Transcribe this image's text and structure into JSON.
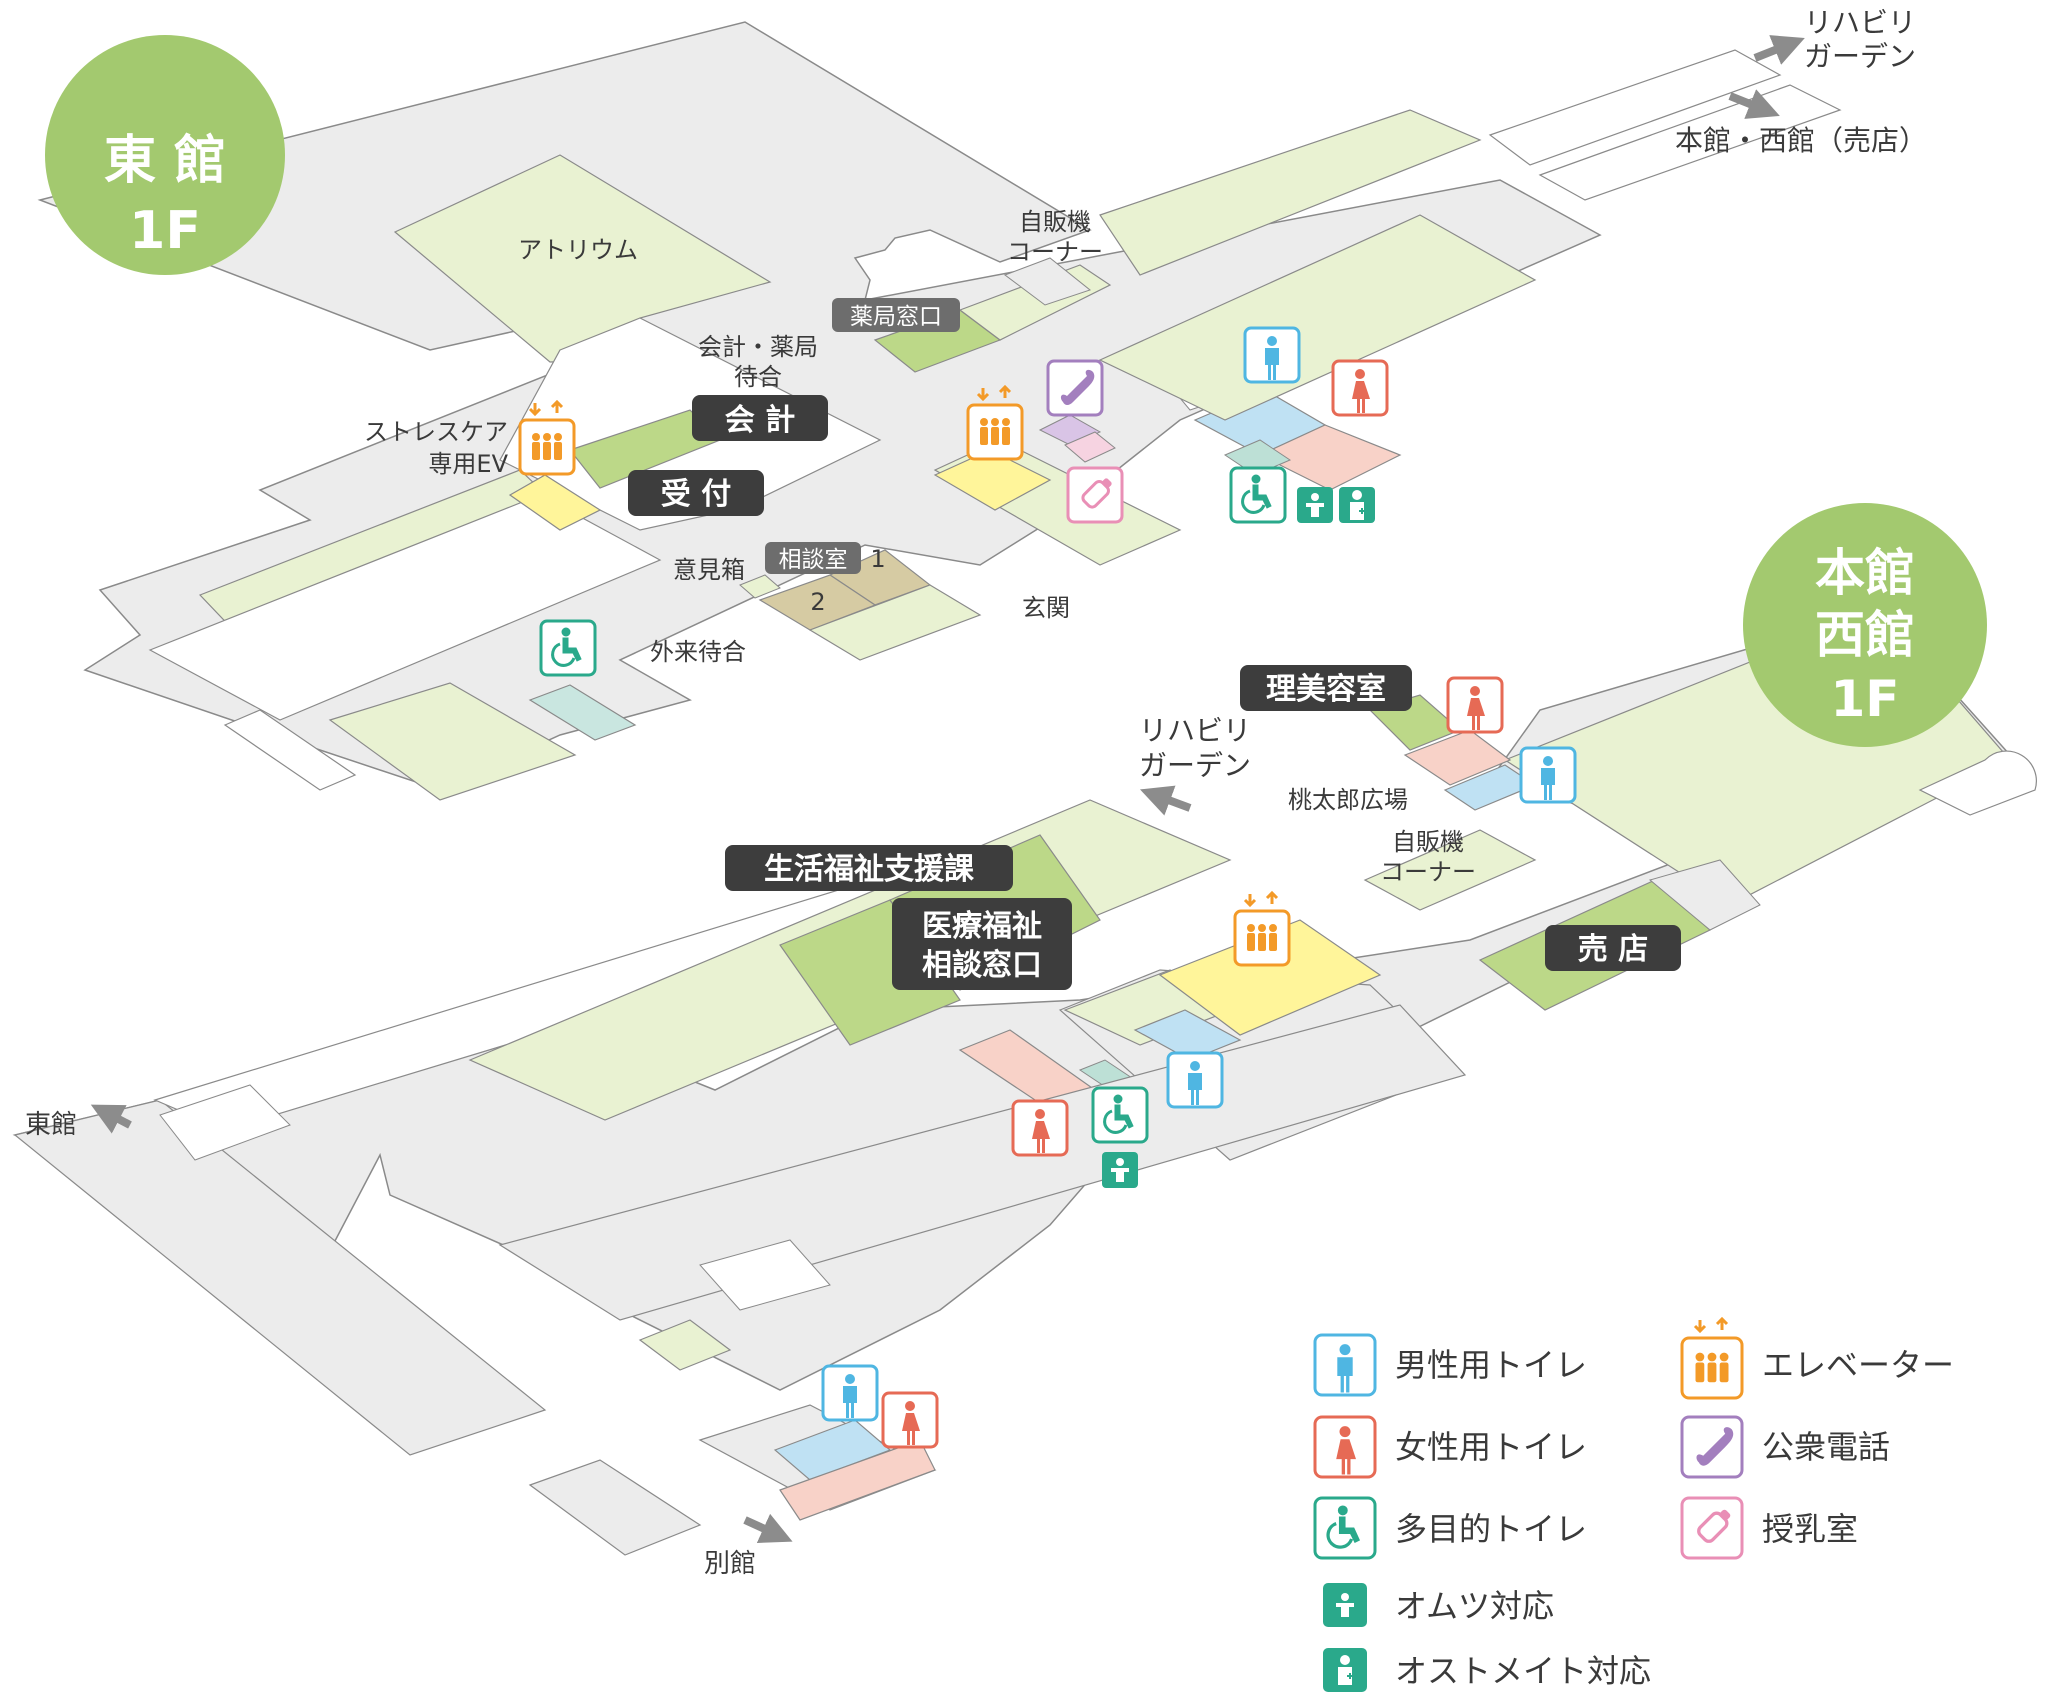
{
  "east_building": {
    "badge_line1": "東 館",
    "badge_line2": "1F",
    "atrium": "アトリウム",
    "waiting_line1": "会計・薬局",
    "waiting_line2": "待合",
    "accounting": "会 計",
    "reception": "受 付",
    "stress_ev_line1": "ストレスケア",
    "stress_ev_line2": "専用EV",
    "vending_line1": "自販機",
    "vending_line2": "コーナー",
    "pharmacy_window": "薬局窓口",
    "opinion_box": "意見箱",
    "consult_room": "相談室",
    "consult_1": "1",
    "consult_2": "2",
    "entrance": "玄関",
    "outpatient_waiting": "外来待合"
  },
  "main_building": {
    "badge_line1": "本館",
    "badge_line2": "西館",
    "badge_line3": "1F",
    "barber": "理美容室",
    "rehab_line1": "リハビリ",
    "rehab_line2": "ガーデン",
    "momotaro": "桃太郎広場",
    "vending_line1": "自販機",
    "vending_line2": "コーナー",
    "life_welfare": "生活福祉支援課",
    "medical_line1": "医療福祉",
    "medical_line2": "相談窓口",
    "shop": "売 店",
    "to_east": "東館",
    "to_annex": "別館"
  },
  "top_right": {
    "rehab_line1": "リハビリ",
    "rehab_line2": "ガーデン",
    "main_west_shop": "本館・西館（売店）"
  },
  "legend": {
    "men": "男性用トイレ",
    "women": "女性用トイレ",
    "multi": "多目的トイレ",
    "diaper": "オムツ対応",
    "ostomate": "オストメイト対応",
    "elevator": "エレベーター",
    "phone": "公衆電話",
    "nursing": "授乳室"
  },
  "colors": {
    "green_badge": "#a3c96f",
    "room_light": "#e9f2d2",
    "room_green": "#bcd888",
    "corridor": "#ececec",
    "men": "#4fb6e2",
    "women": "#e66a55",
    "multi": "#2aa98b",
    "elevator": "#f39a28",
    "phone": "#a37fbe",
    "nursing": "#e98fb6",
    "dark_label": "#3d3d3d"
  }
}
